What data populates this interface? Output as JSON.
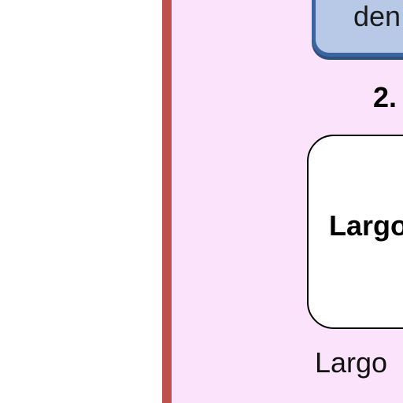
{
  "colors": {
    "accent_bar": "#c0504d",
    "panel_background": "#fbe4fb",
    "blue_box_fill": "#b7c9e6",
    "blue_box_border": "#3b64a0"
  },
  "diagram": {
    "top_box_text": "den",
    "step_label": "2.",
    "middle_box_text": "Largo",
    "caption": "Largo"
  }
}
